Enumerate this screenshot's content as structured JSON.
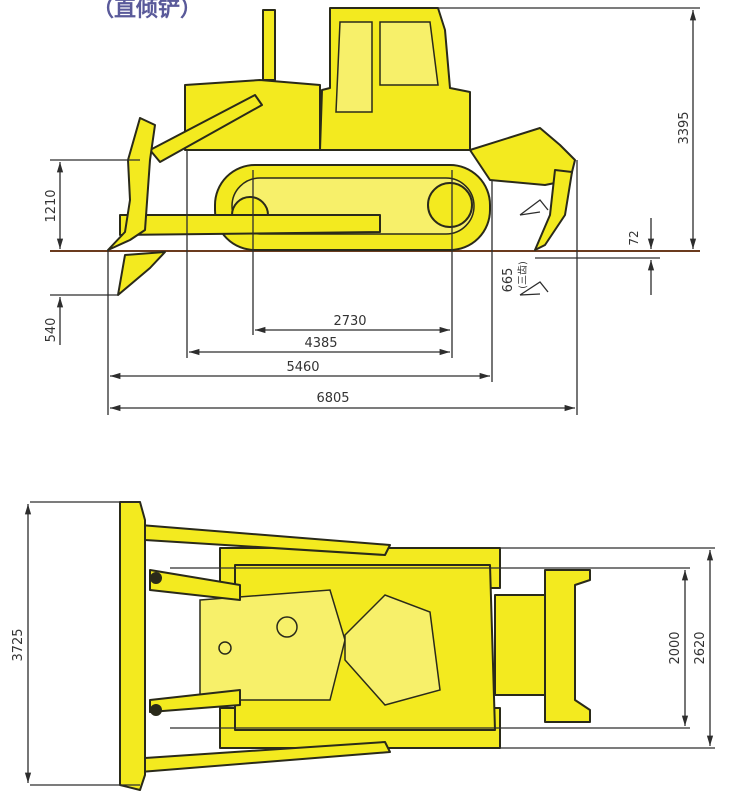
{
  "title": "（直倾铲）",
  "colors": {
    "machine": "#f3ea1f",
    "outline": "#2a2a1a",
    "dimension_lines": "#2d2d2d",
    "title": "#5a5a9a"
  },
  "side_view": {
    "dimensions": {
      "overall_height": "3395",
      "blade_height": "1210",
      "ground_clearance_depth": "72",
      "ripper_depth": "665",
      "ripper_note": "(三齿)",
      "blade_dig_depth": "540",
      "track_length": "2730",
      "dim_4385": "4385",
      "dim_5460": "5460",
      "overall_length": "6805"
    }
  },
  "top_view": {
    "dimensions": {
      "blade_width": "3725",
      "track_gauge": "2000",
      "overall_width": "2620"
    }
  }
}
